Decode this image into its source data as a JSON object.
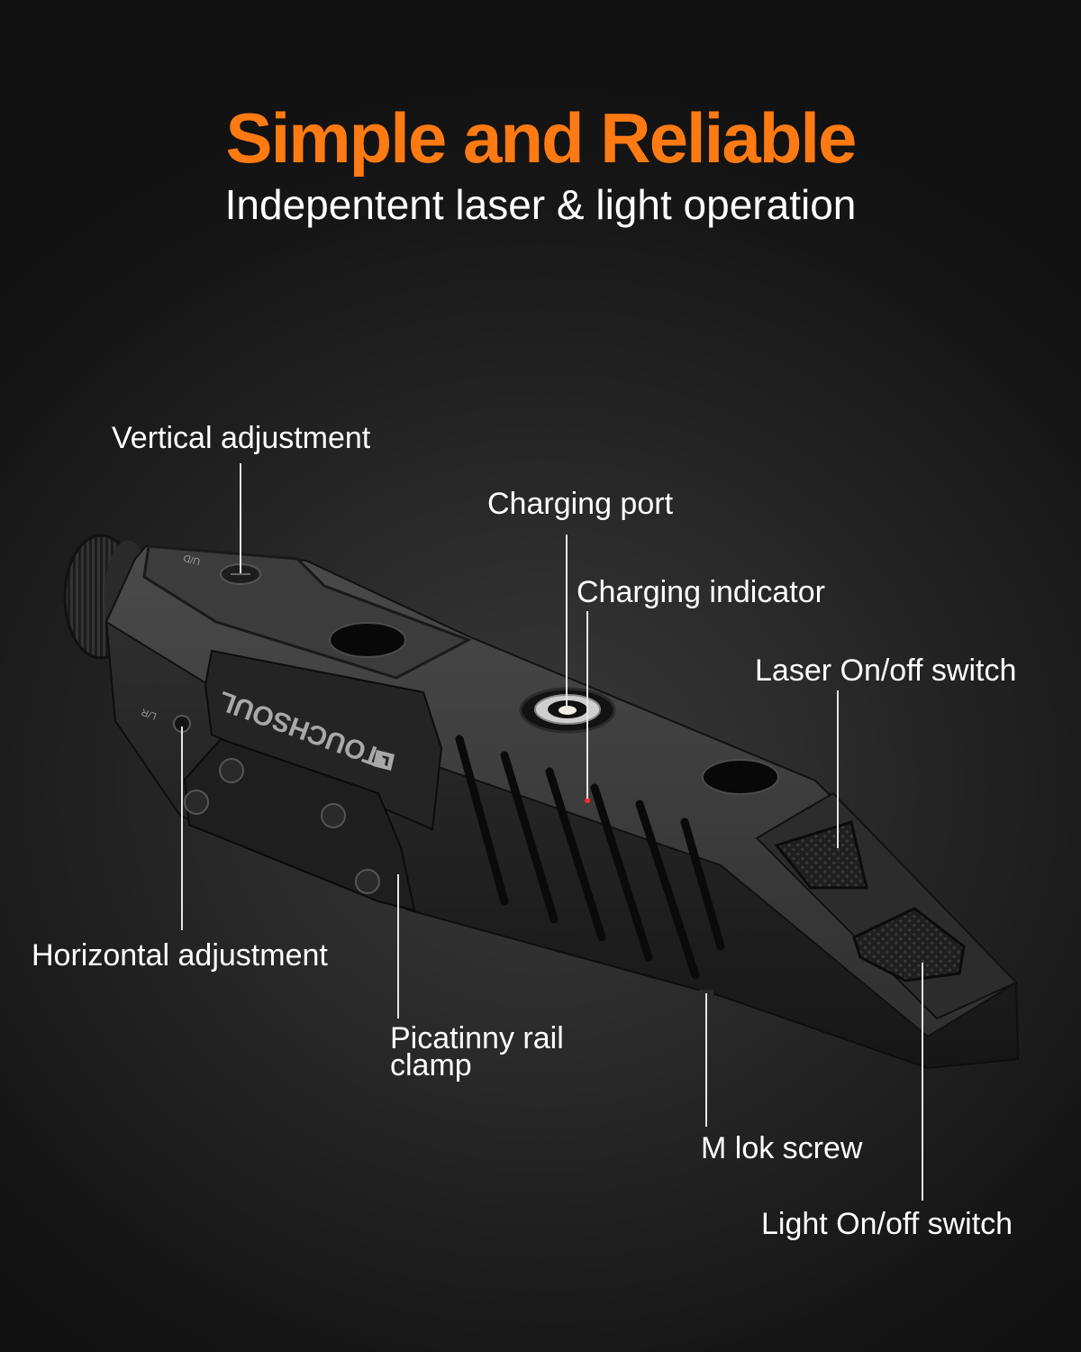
{
  "header": {
    "title": "Simple and Reliable",
    "subtitle": "Indepentent laser & light operation"
  },
  "device": {
    "brand": "TOUCHSOUL",
    "engraving_vertical": "U/D",
    "engraving_horizontal": "L/R"
  },
  "callouts": {
    "vertical_adjustment": "Vertical adjustment",
    "charging_port": "Charging port",
    "charging_indicator": "Charging indicator",
    "laser_switch": "Laser On/off switch",
    "horizontal_adjustment": "Horizontal adjustment",
    "rail_clamp_line1": "Picatinny rail",
    "rail_clamp_line2": "clamp",
    "mlok_screw": "M lok screw",
    "light_switch": "Light On/off switch"
  },
  "colors": {
    "accent": "#ff7a12",
    "background": "#1a1a1a",
    "text": "#ffffff",
    "indicator_led": "#ff2a2a"
  }
}
